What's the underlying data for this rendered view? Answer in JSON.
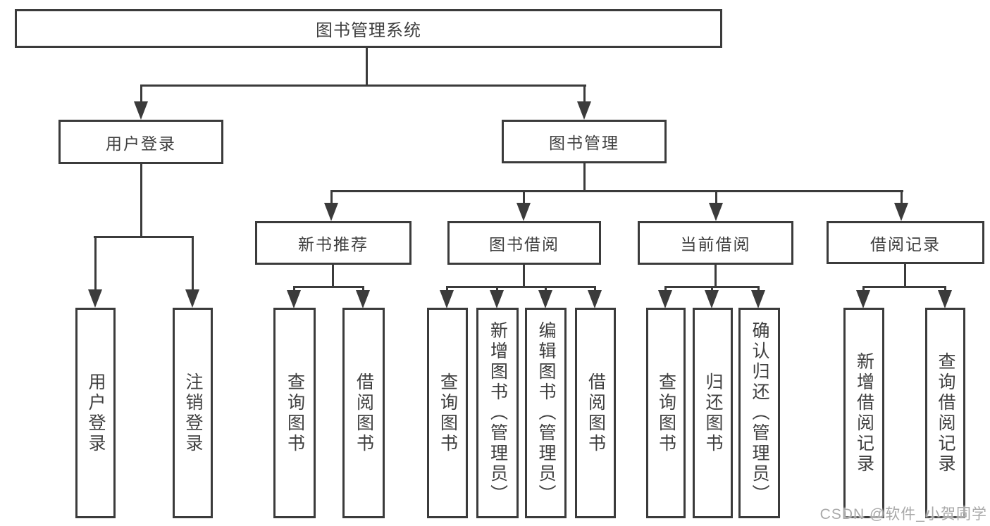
{
  "tree": {
    "label": "图书管理系统",
    "children": [
      {
        "label": "用户登录",
        "children": [
          {
            "label": "用户登录"
          },
          {
            "label": "注销登录"
          }
        ]
      },
      {
        "label": "图书管理",
        "children": [
          {
            "label": "新书推荐",
            "children": [
              {
                "label": "查询图书"
              },
              {
                "label": "借阅图书"
              }
            ]
          },
          {
            "label": "图书借阅",
            "children": [
              {
                "label": "查询图书"
              },
              {
                "label": "新增图书（管理员）"
              },
              {
                "label": "编辑图书（管理员）"
              },
              {
                "label": "借阅图书"
              }
            ]
          },
          {
            "label": "当前借阅",
            "children": [
              {
                "label": "查询图书"
              },
              {
                "label": "归还图书"
              },
              {
                "label": "确认归还（管理员）"
              }
            ]
          },
          {
            "label": "借阅记录",
            "children": [
              {
                "label": "新增借阅记录"
              },
              {
                "label": "查询借阅记录"
              }
            ]
          }
        ]
      }
    ]
  },
  "watermark": {
    "text": "CSDN @软件_小贺同学"
  },
  "colors": {
    "line": "#3b3b3b",
    "text": "#3f3f3f",
    "watermark": "#a9a9a9"
  }
}
